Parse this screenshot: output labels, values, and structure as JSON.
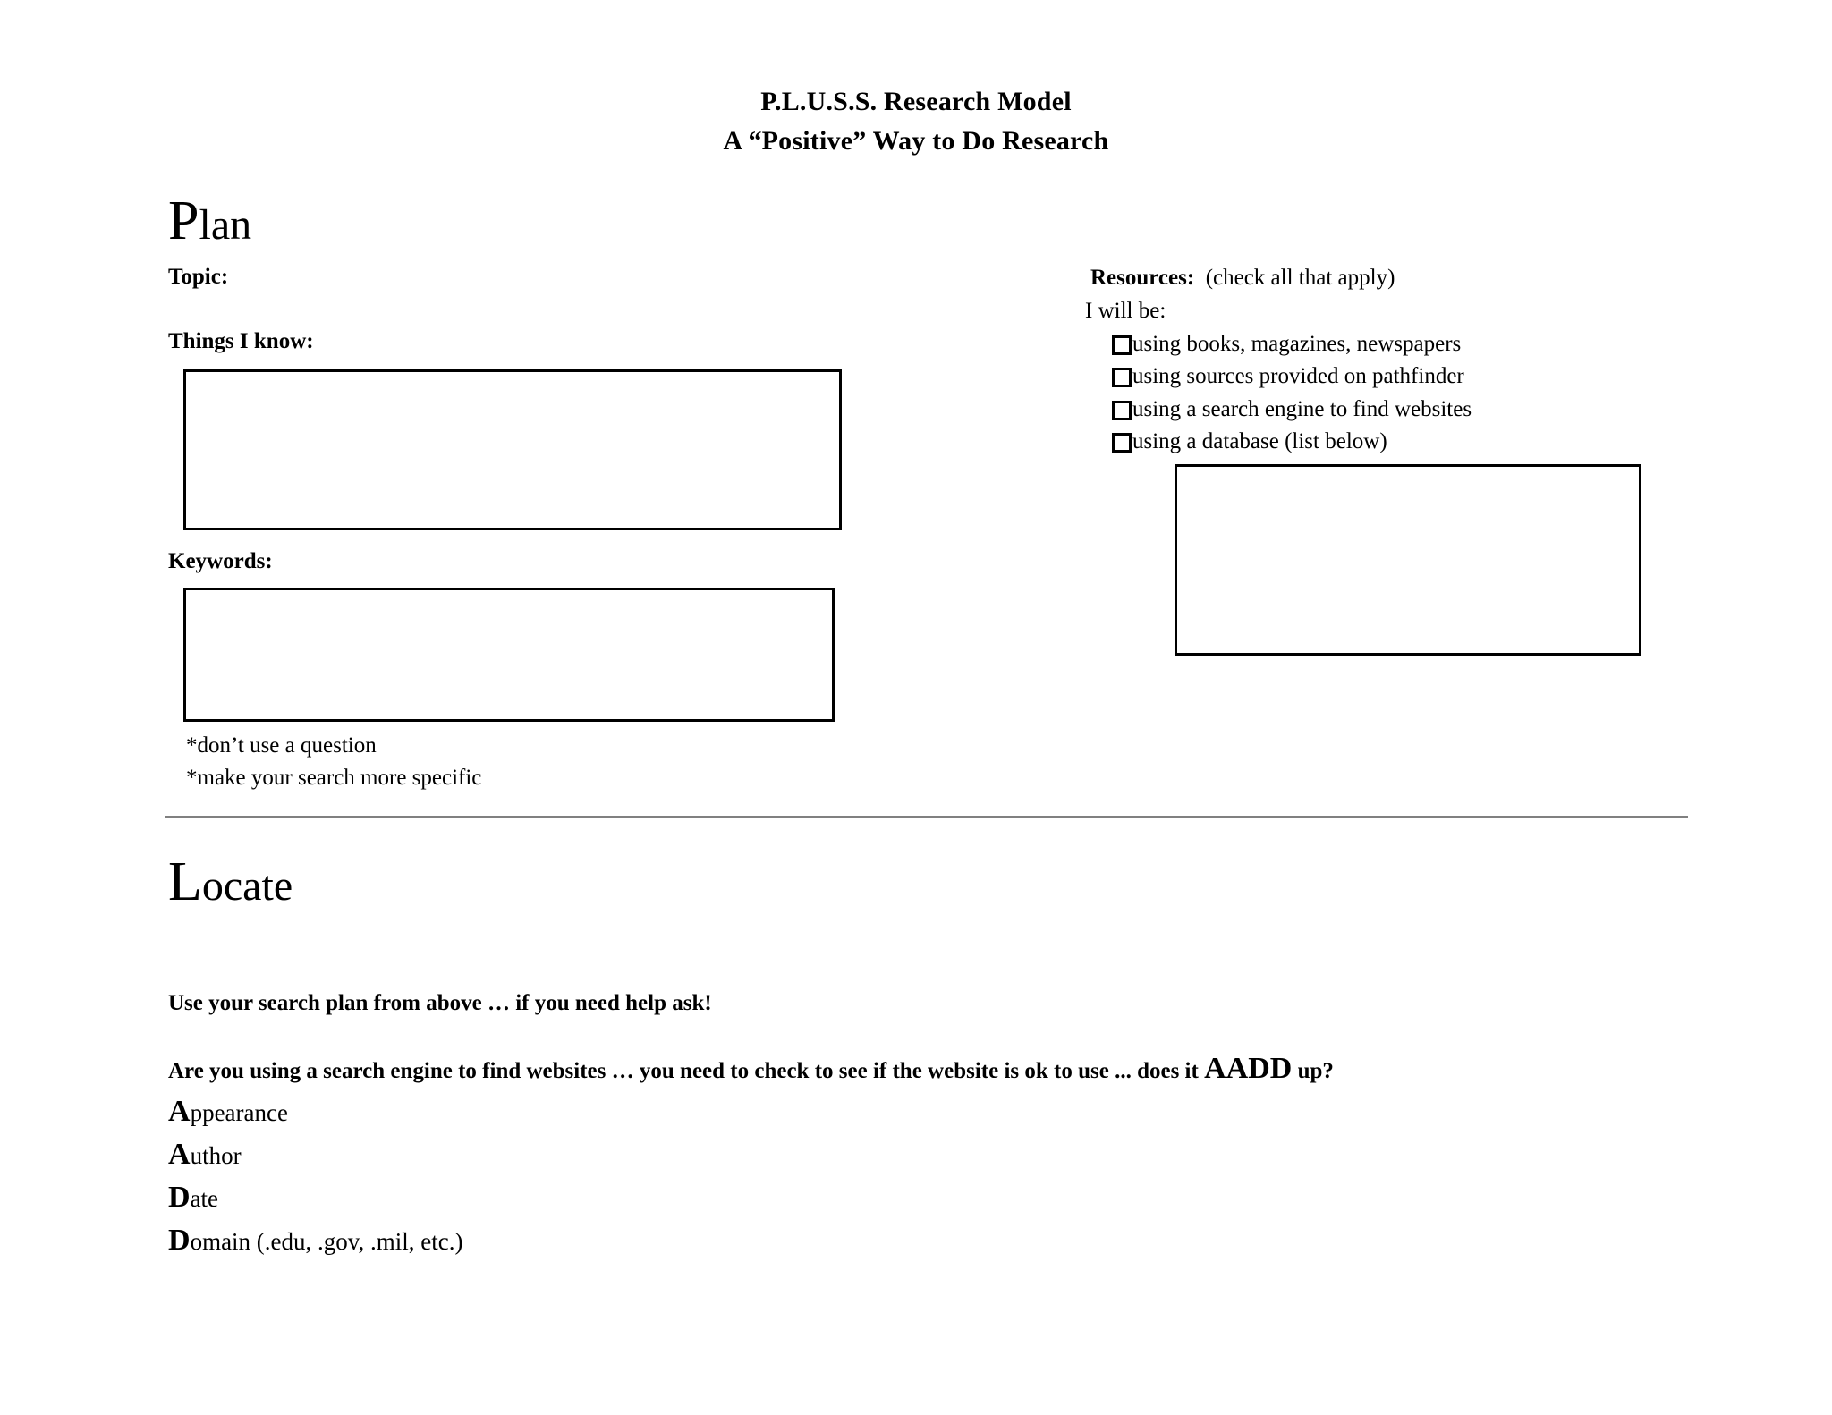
{
  "document": {
    "title_line_1": "P.L.U.S.S. Research Model",
    "title_line_2": "A “Positive” Way to Do Research",
    "background_color": "#ffffff",
    "text_color": "#000000",
    "divider_color": "#808080",
    "box_border_color": "#000000"
  },
  "plan_section": {
    "heading_cap": "P",
    "heading_rest": "lan",
    "topic_label": "Topic:",
    "things_i_know_label": "Things I know:",
    "things_i_know_value": "",
    "keywords_label": "Keywords:",
    "keywords_value": "",
    "notes": [
      "*don’t use a question",
      "*make your search more specific"
    ]
  },
  "resources_section": {
    "label": "Resources:",
    "instruction": "(check all that apply)",
    "lead_in": "I will be:",
    "options": [
      {
        "label": "using books, magazines, newspapers",
        "checked": false
      },
      {
        "label": "using sources provided on pathfinder",
        "checked": false
      },
      {
        "label": "using a search engine to find websites",
        "checked": false
      },
      {
        "label": "using a database (list below)",
        "checked": false
      }
    ],
    "database_list_value": ""
  },
  "locate_section": {
    "heading_cap": "L",
    "heading_rest": "ocate",
    "instruction_1": "Use your search plan from above … if you need help ask!",
    "instruction_2_before": "Are you using a search engine to find websites … you need to check to see if the website is ok to use ... does it ",
    "instruction_2_emphasis": "AADD",
    "instruction_2_after": " up?",
    "aadd_items": [
      {
        "big": "A",
        "small": "ppearance"
      },
      {
        "big": "A",
        "small": "uthor"
      },
      {
        "big": "D",
        "small": "ate"
      },
      {
        "big": "D",
        "small": "omain (.edu, .gov, .mil, etc.)"
      }
    ]
  }
}
